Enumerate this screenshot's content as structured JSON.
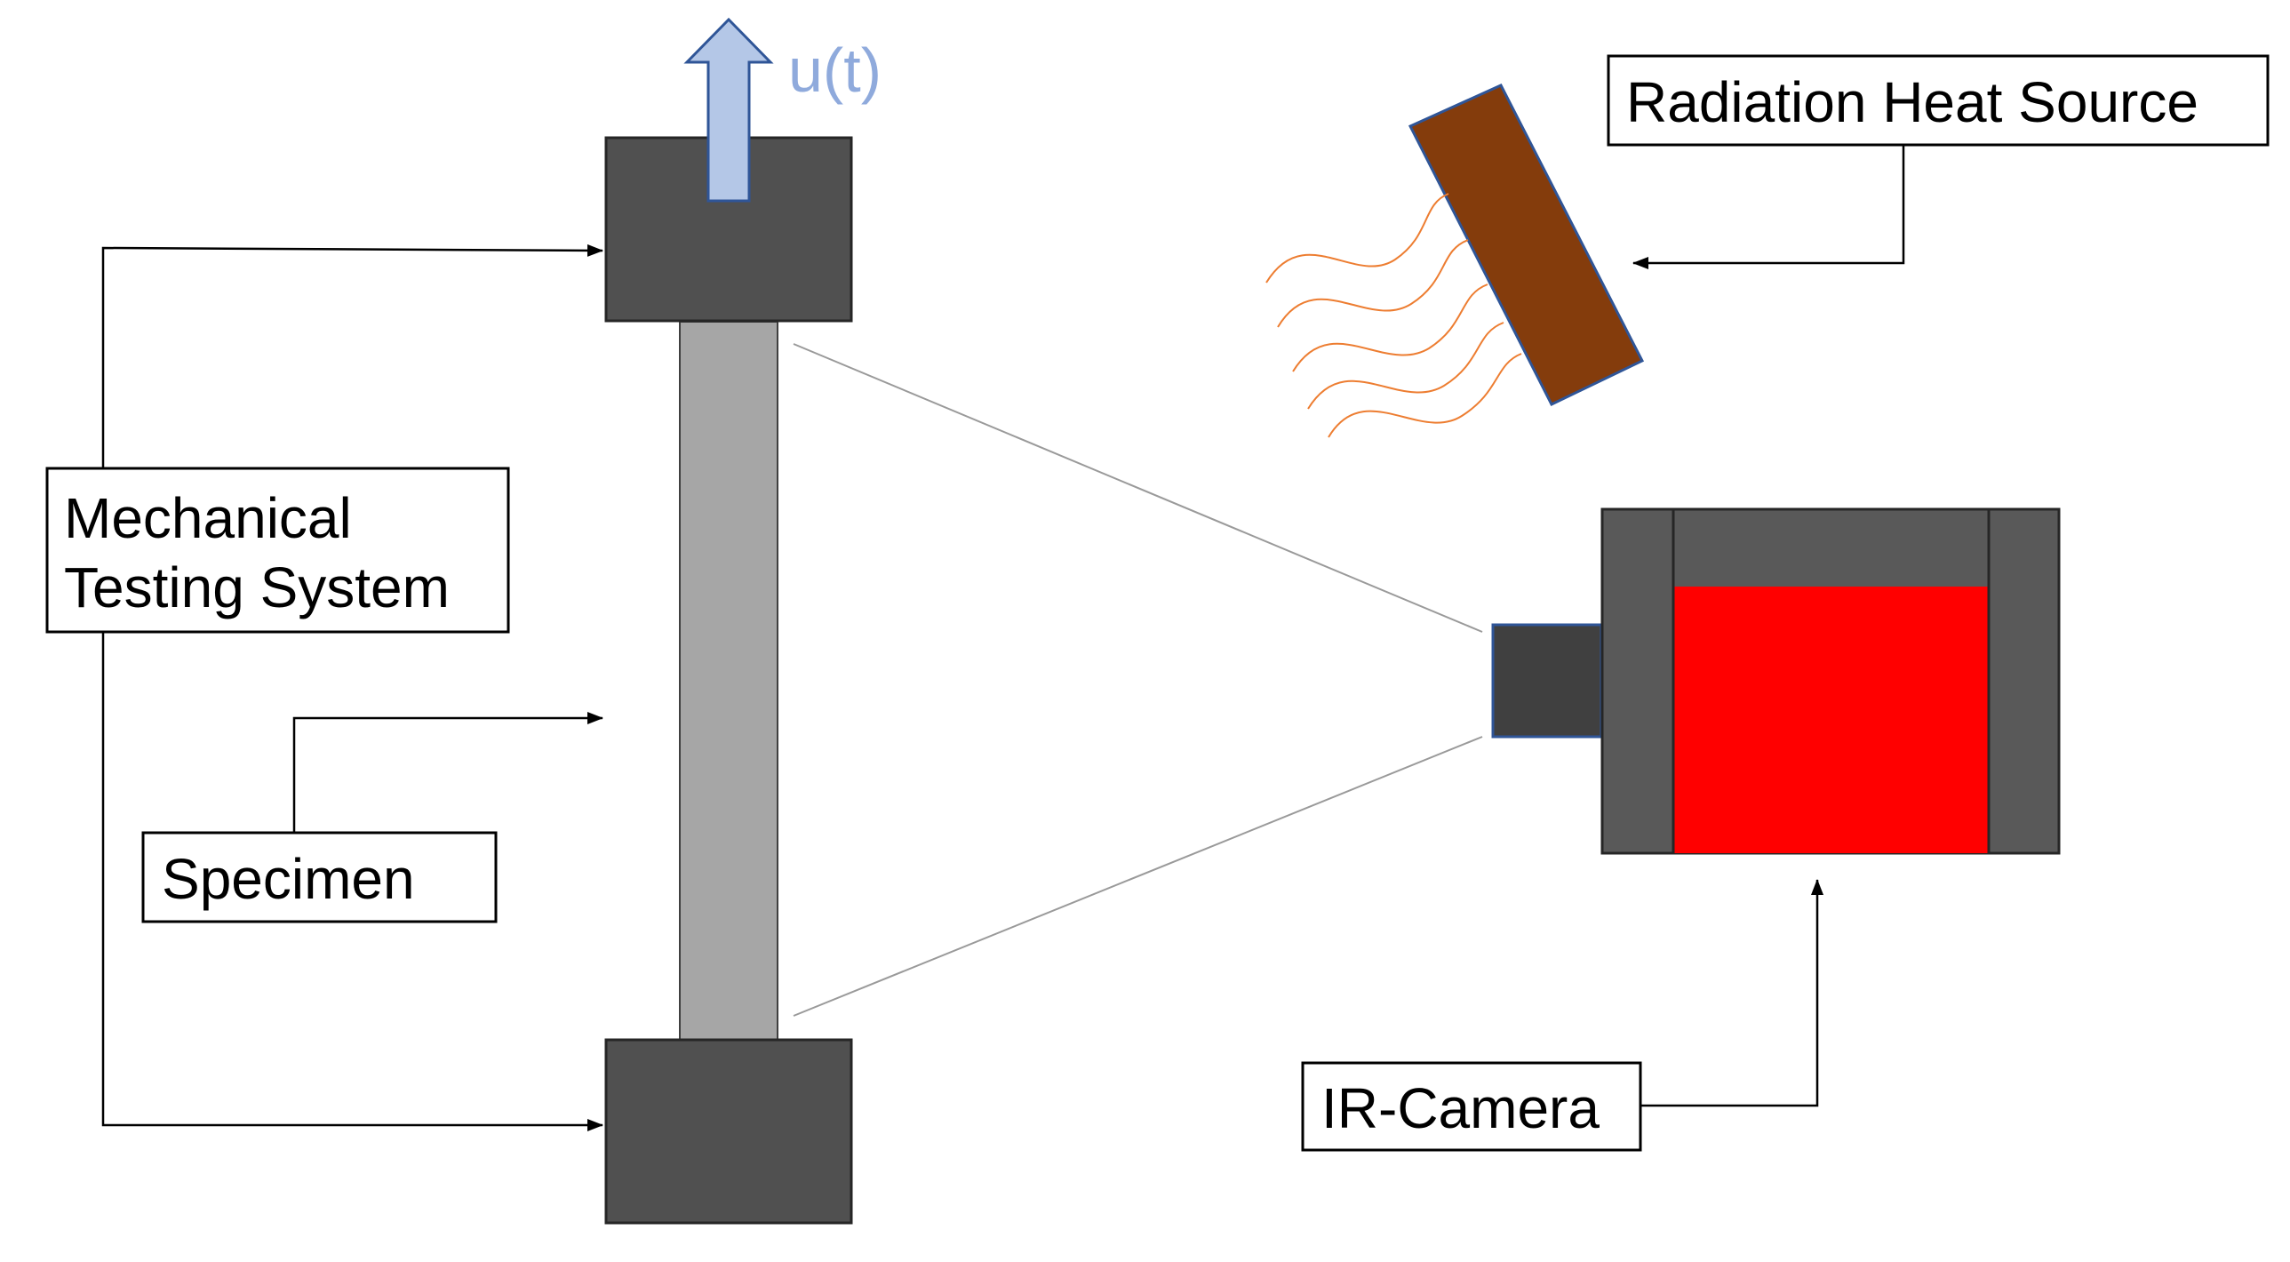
{
  "labels": {
    "radiation_heat_source": "Radiation Heat Source",
    "mechanical_testing_system_line1": "Mechanical",
    "mechanical_testing_system_line2": "Testing System",
    "specimen": "Specimen",
    "ir_camera": "IR-Camera",
    "displacement": "u(t)"
  },
  "colors": {
    "grip": "#505050",
    "specimen": "#A6A6A6",
    "displacement_arrow_fill": "#B4C7E7",
    "displacement_arrow_stroke": "#2F5597",
    "displacement_label": "#8FAADC",
    "heat_source": "#843C0C",
    "heat_waves": "#ED7D31",
    "camera_body": "#595959",
    "camera_lens": "#404040",
    "camera_display": "#FF0000"
  }
}
